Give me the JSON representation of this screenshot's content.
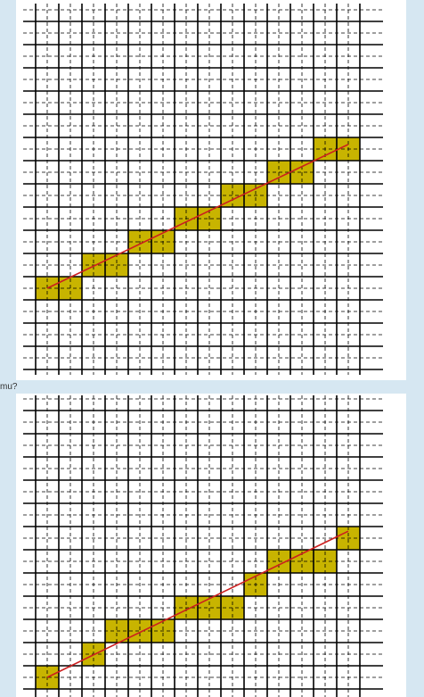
{
  "caption": "mu?",
  "colors": {
    "background": "#d6e7f2",
    "panel": "#ffffff",
    "cell_fill": "#c8b400",
    "cell_stroke": "#8a7a00",
    "line": "#cc1f1f",
    "grid_major": "#000000",
    "grid_minor": "#000000"
  },
  "diagrams": [
    {
      "name": "top",
      "cells": [
        [
          0,
          13
        ],
        [
          1,
          13
        ],
        [
          2,
          12
        ],
        [
          3,
          12
        ],
        [
          4,
          11
        ],
        [
          5,
          11
        ],
        [
          6,
          10
        ],
        [
          7,
          10
        ],
        [
          8,
          9
        ],
        [
          9,
          9
        ],
        [
          10,
          8
        ],
        [
          11,
          8
        ],
        [
          12,
          7
        ],
        [
          13,
          7
        ]
      ],
      "line": {
        "from": [
          0.5,
          13.5
        ],
        "to": [
          13.5,
          7.3
        ]
      }
    },
    {
      "name": "bottom",
      "cells": [
        [
          0,
          12
        ],
        [
          2,
          11
        ],
        [
          3,
          10
        ],
        [
          4,
          10
        ],
        [
          5,
          10
        ],
        [
          6,
          9
        ],
        [
          7,
          9
        ],
        [
          8,
          9
        ],
        [
          9,
          8
        ],
        [
          10,
          7
        ],
        [
          11,
          7
        ],
        [
          12,
          7
        ],
        [
          13,
          6
        ]
      ],
      "line": {
        "from": [
          0.5,
          12.5
        ],
        "to": [
          13.5,
          6.2
        ]
      }
    }
  ]
}
